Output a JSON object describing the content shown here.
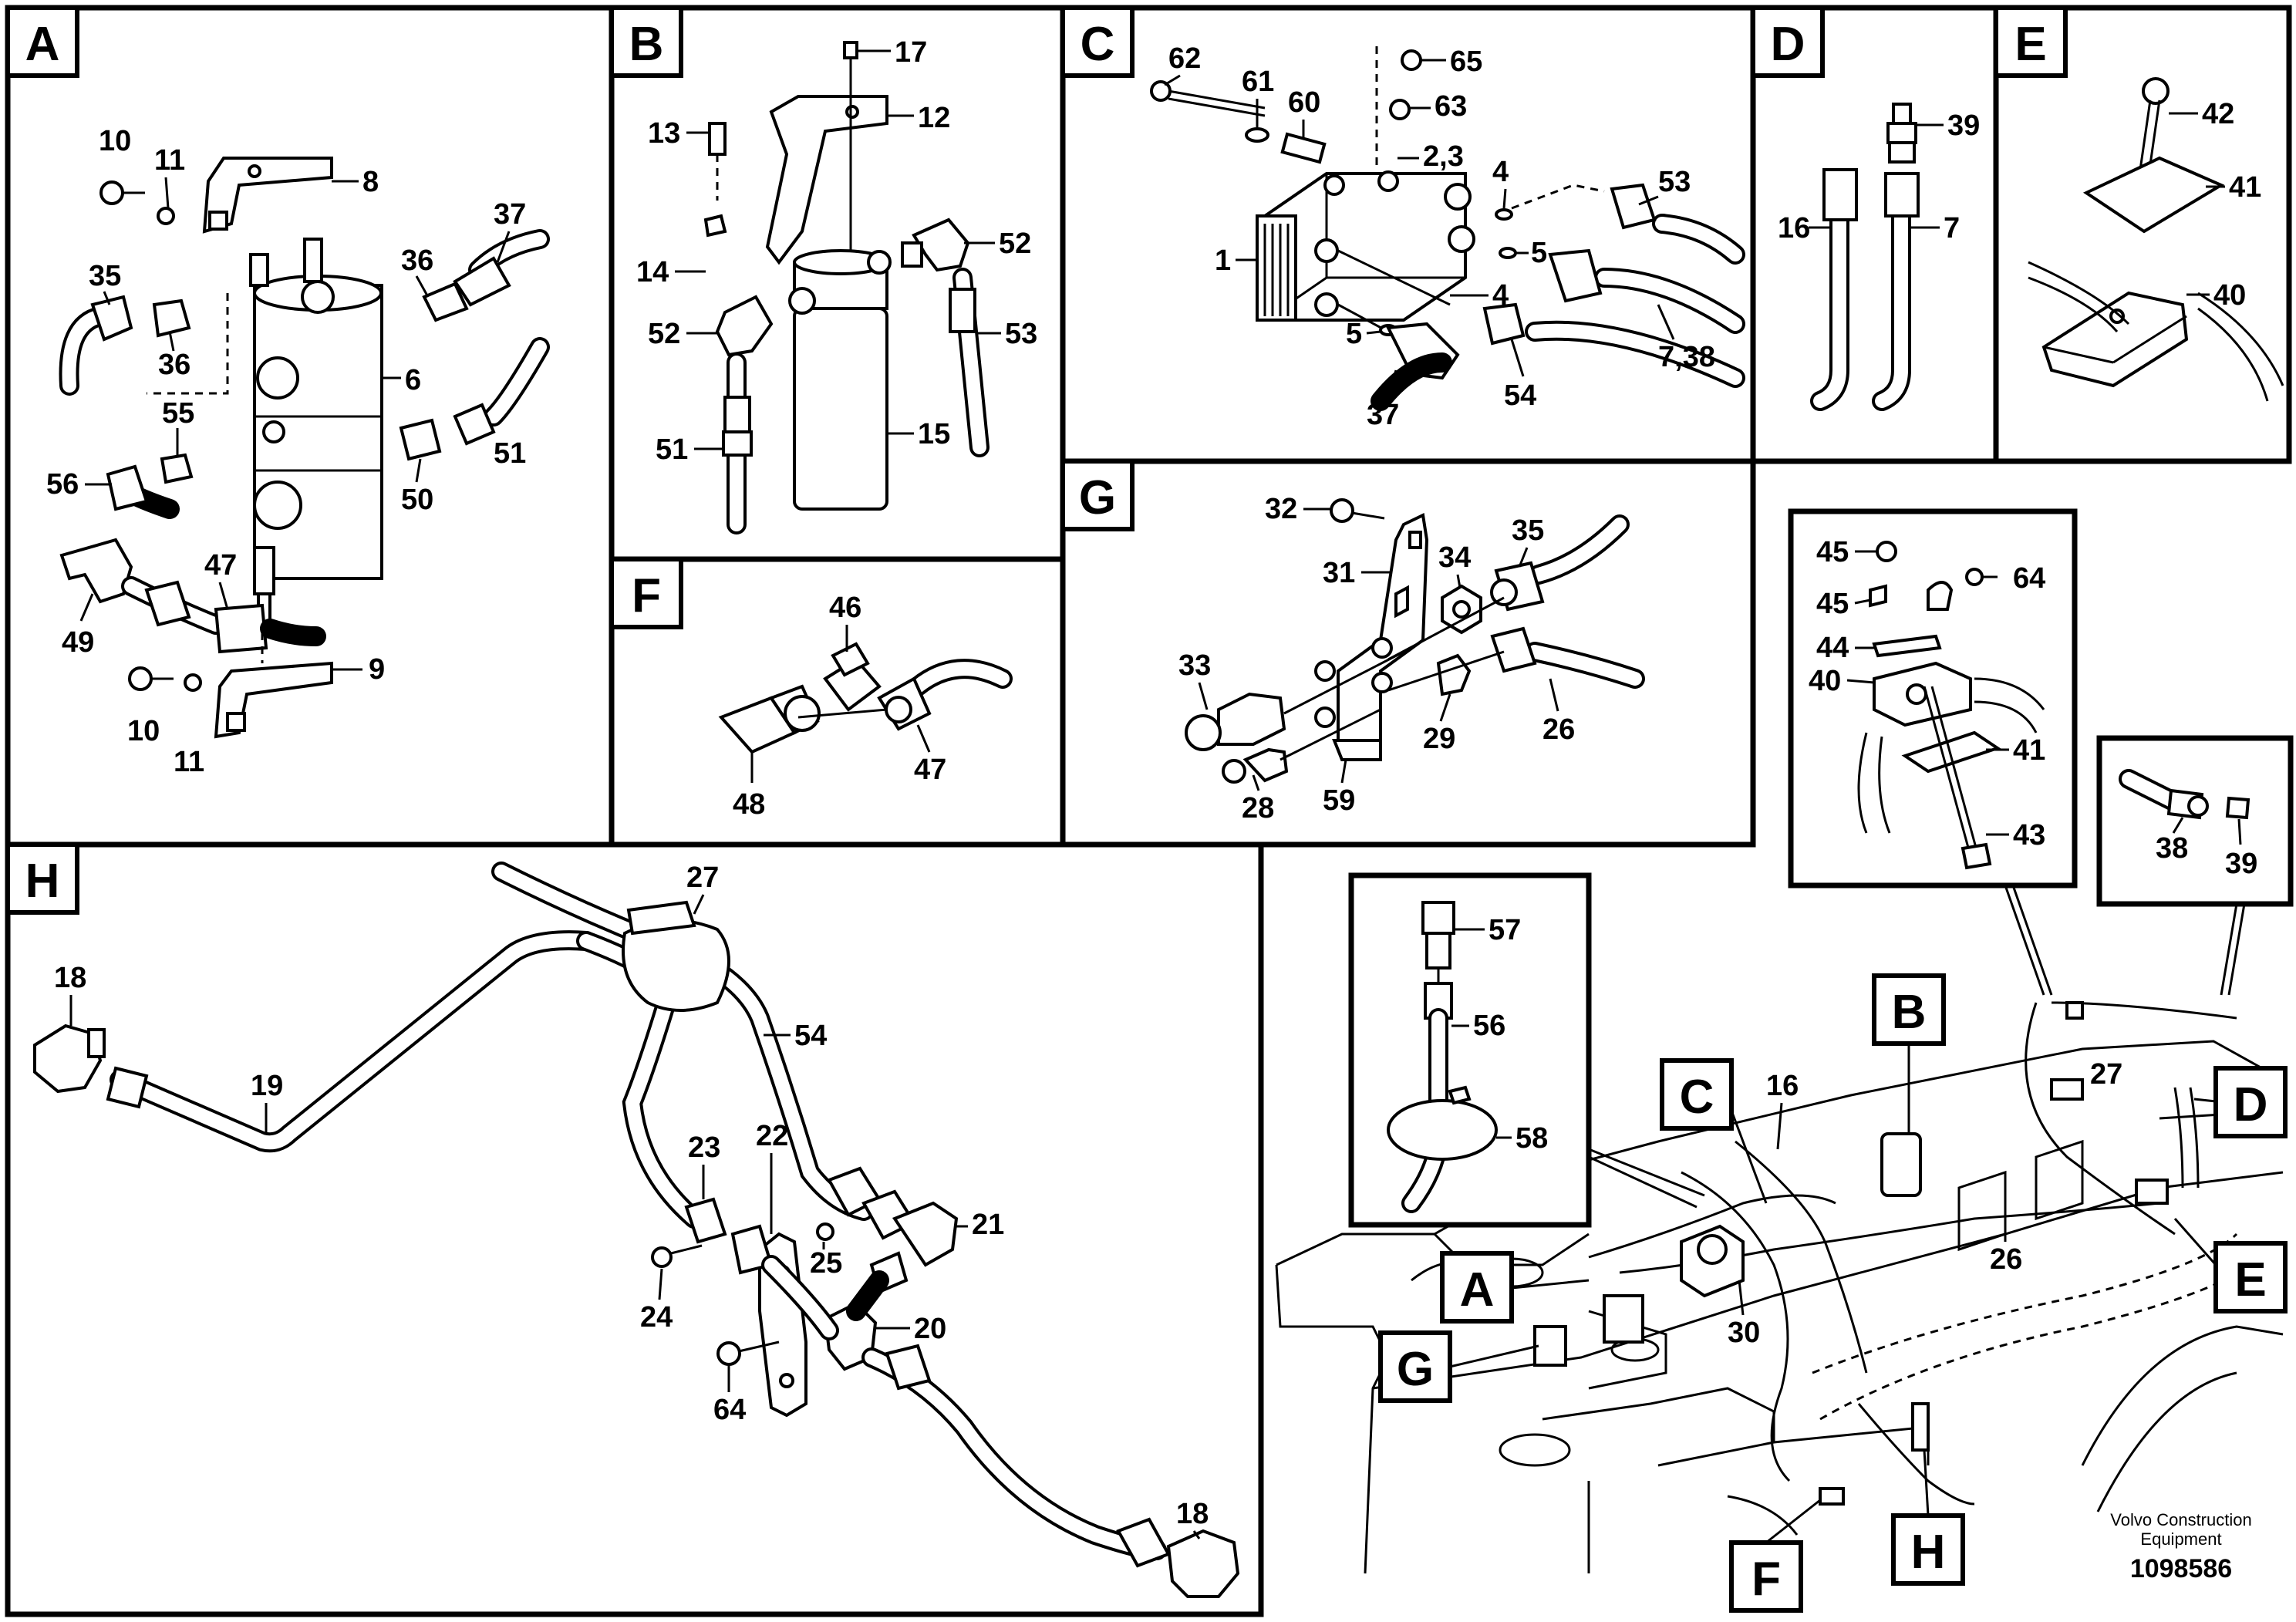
{
  "panels": {
    "A": {
      "letter": "A",
      "callouts": [
        "10",
        "11",
        "8",
        "37",
        "35",
        "36",
        "36",
        "6",
        "55",
        "56",
        "51",
        "50",
        "47",
        "49",
        "9",
        "10",
        "11"
      ]
    },
    "B": {
      "letter": "B",
      "callouts": [
        "17",
        "13",
        "12",
        "14",
        "52",
        "52",
        "53",
        "51",
        "15"
      ]
    },
    "C": {
      "letter": "C",
      "callouts": [
        "62",
        "61",
        "60",
        "65",
        "63",
        "2,3",
        "4",
        "53",
        "1",
        "5",
        "4",
        "5",
        "37",
        "54",
        "7,38"
      ]
    },
    "D": {
      "letter": "D",
      "callouts": [
        "39",
        "16",
        "7"
      ]
    },
    "E": {
      "letter": "E",
      "callouts": [
        "42",
        "41",
        "40"
      ]
    },
    "F": {
      "letter": "F",
      "callouts": [
        "46",
        "48",
        "47"
      ]
    },
    "G": {
      "letter": "G",
      "callouts": [
        "32",
        "35",
        "31",
        "34",
        "33",
        "29",
        "26",
        "28",
        "59"
      ]
    },
    "H": {
      "letter": "H",
      "callouts": [
        "27",
        "18",
        "54",
        "19",
        "23",
        "22",
        "21",
        "25",
        "24",
        "20",
        "64",
        "18"
      ]
    }
  },
  "overview": {
    "tags": [
      "A",
      "B",
      "C",
      "D",
      "E",
      "F",
      "G",
      "H"
    ],
    "callouts": [
      "16",
      "27",
      "26",
      "30"
    ]
  },
  "insets": {
    "clamp": {
      "callouts": [
        "45",
        "64",
        "45",
        "44",
        "40",
        "41",
        "43"
      ]
    },
    "hose_end": {
      "callouts": [
        "38",
        "39"
      ]
    },
    "sensor": {
      "callouts": [
        "57",
        "56",
        "58"
      ]
    }
  },
  "footer": {
    "brand_line1": "Volvo Construction",
    "brand_line2": "Equipment",
    "doc_number": "1098586"
  }
}
